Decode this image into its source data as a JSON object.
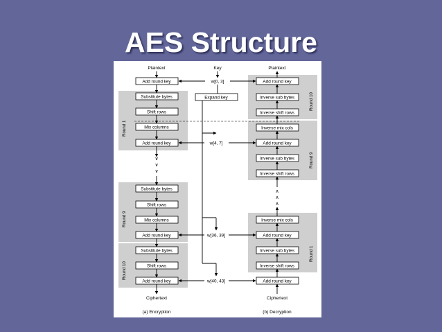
{
  "slide": {
    "title": "AES Structure"
  },
  "diagram": {
    "enc": {
      "top_label": "Plaintext",
      "bottom_label": "Ciphertext",
      "caption": "(a) Encryption",
      "initial_add": "Add round key",
      "round1": {
        "name": "Round 1",
        "steps": [
          "Substitute bytes",
          "Shift rows",
          "Mix columns",
          "Add round key"
        ]
      },
      "round9": {
        "name": "Round 9",
        "steps": [
          "Substitute bytes",
          "Shift rows",
          "Mix columns",
          "Add round key"
        ]
      },
      "round10": {
        "name": "Round 10",
        "steps": [
          "Substitute bytes",
          "Shift rows",
          "Add round key"
        ]
      }
    },
    "key": {
      "label": "Key",
      "expand": "Expand key",
      "words": [
        "w[0, 3]",
        "w[4, 7]",
        "w[36, 39]",
        "w[40, 43]"
      ]
    },
    "dec": {
      "top_label": "Plaintext",
      "bottom_label": "Ciphertext",
      "caption": "(b) Decryption",
      "round10": {
        "name": "Round 10",
        "steps": [
          "Add round key",
          "Inverse sub bytes",
          "Inverse shift rows"
        ]
      },
      "round9": {
        "name": "Round 9",
        "steps": [
          "Inverse mix cols",
          "Add round key",
          "Inverse sub bytes",
          "Inverse shift rows"
        ]
      },
      "round1": {
        "name": "Round 1",
        "steps": [
          "Inverse mix cols",
          "Add round key",
          "Inverse sub bytes",
          "Inverse shift rows"
        ]
      },
      "initial_add": "Add round key"
    }
  }
}
